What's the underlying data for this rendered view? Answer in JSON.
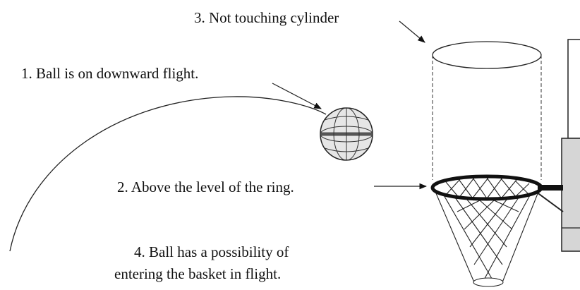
{
  "labels": {
    "label_1": "1. Ball is on downward flight.",
    "label_2": "2. Above the level of the ring.",
    "label_3": "3. Not touching cylinder",
    "label_4_line_1": "4. Ball has a possibility of",
    "label_4_line_2": "entering the basket in flight."
  },
  "colors": {
    "ink": "#222222",
    "ball_fill": "#e6e6e6",
    "backboard_fill": "#d6d6d6",
    "background": "#ffffff"
  }
}
